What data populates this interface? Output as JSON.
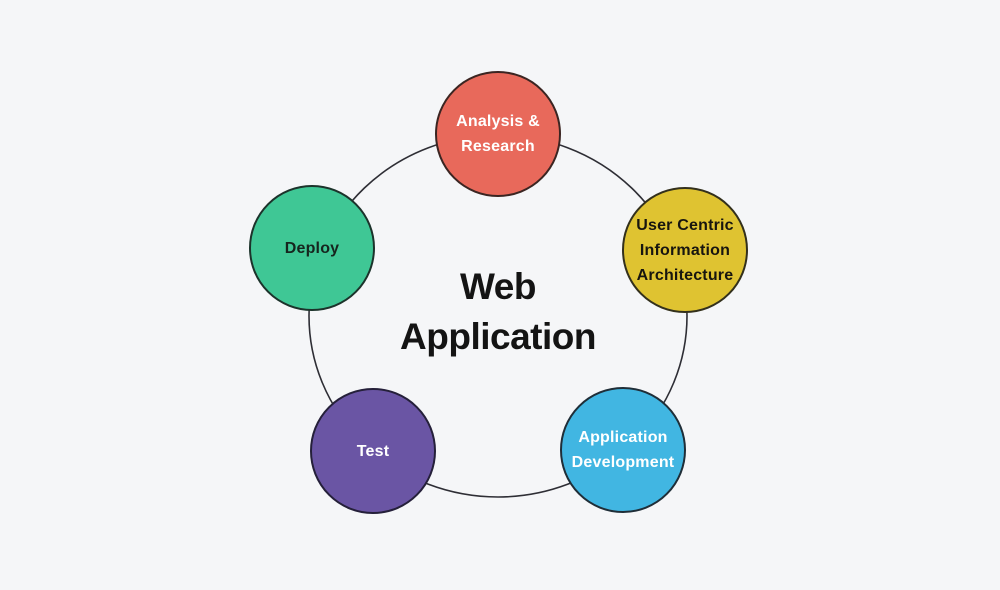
{
  "canvas": {
    "background": "#F5F6F8"
  },
  "title": {
    "line1": "Web",
    "line2": "Application",
    "color": "#141414"
  },
  "ring": {
    "stroke": "#2E2E35"
  },
  "nodes": [
    {
      "id": "analysis-research",
      "label_lines": [
        "Analysis &",
        "Research"
      ],
      "fill": "#E8695B",
      "stroke": "#3B2522",
      "text_color": "#FFFFFF"
    },
    {
      "id": "user-centric-information-architecture",
      "label_lines": [
        "User Centric",
        "Information",
        "Architecture"
      ],
      "fill": "#DFC331",
      "stroke": "#33301C",
      "text_color": "#17150F"
    },
    {
      "id": "application-development",
      "label_lines": [
        "Application",
        "Development"
      ],
      "fill": "#41B6E2",
      "stroke": "#1F2E38",
      "text_color": "#FFFFFF"
    },
    {
      "id": "test",
      "label_lines": [
        "Test"
      ],
      "fill": "#6A55A4",
      "stroke": "#25203A",
      "text_color": "#FFFFFF"
    },
    {
      "id": "deploy",
      "label_lines": [
        "Deploy"
      ],
      "fill": "#3FC795",
      "stroke": "#1C332B",
      "text_color": "#16251E"
    }
  ]
}
